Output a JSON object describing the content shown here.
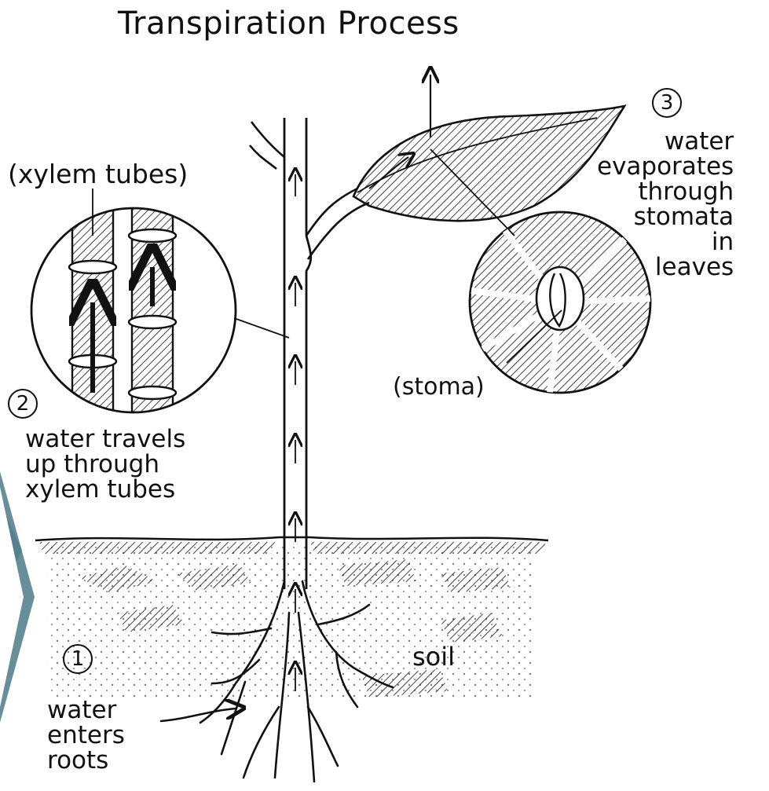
{
  "diagram": {
    "title": "Transpiration Process",
    "labels": {
      "xylem": "(xylem tubes)",
      "stoma": "(stoma)",
      "soil": "soil"
    },
    "steps": [
      {
        "number": "1",
        "text": "water\nenters\nroots"
      },
      {
        "number": "2",
        "text": "water travels\nup through\nxylem tubes"
      },
      {
        "number": "3",
        "text": "water\nevaporates\nthrough\nstomata\nin\nleaves"
      }
    ]
  }
}
